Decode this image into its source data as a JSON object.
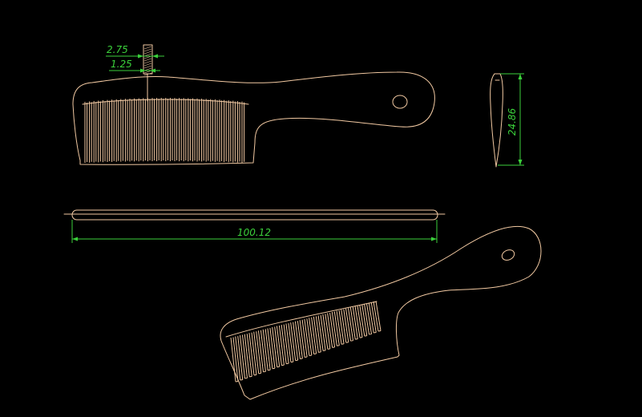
{
  "drawing": {
    "background": "#000000",
    "line_color": "#f2c9a2",
    "dimension_color": "#3bd13b",
    "dimensions": {
      "tooth_width": "2.75",
      "tooth_thickness": "1.25",
      "height": "24.86",
      "length": "100.12"
    },
    "views": [
      "front-view",
      "side-view",
      "top-view",
      "isometric-view"
    ]
  }
}
